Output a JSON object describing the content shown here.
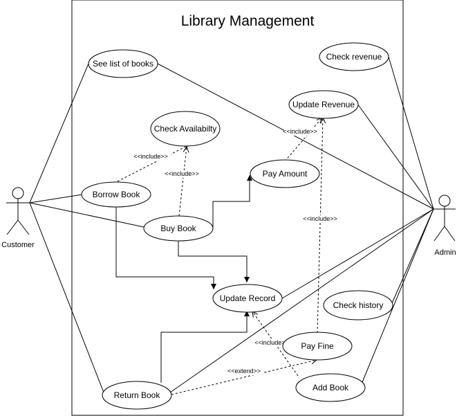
{
  "system": {
    "title": "Library Management"
  },
  "actors": {
    "customer": "Customer",
    "admin": "Admin"
  },
  "use_cases": {
    "see_list_of_books": "See list of books",
    "check_revenue": "Check revenue",
    "update_revenue": "Update Revenue",
    "check_availability": "Check Availabilty",
    "pay_amount": "Pay Amount",
    "borrow_book": "Borrow Book",
    "buy_book": "Buy Book",
    "update_record": "Update Record",
    "check_history": "Check history",
    "pay_fine": "Pay Fine",
    "return_book": "Return Book",
    "add_book": "Add Book"
  },
  "relations": {
    "include_borrow_availability": "<<include>>",
    "include_buy_availability": "<<include>>",
    "include_pay_revenue": "<<include>>",
    "include_fine_revenue": "<<include>>",
    "include_addbook_record": "<<include>>",
    "extend_return_fine": "<<extend>>"
  }
}
